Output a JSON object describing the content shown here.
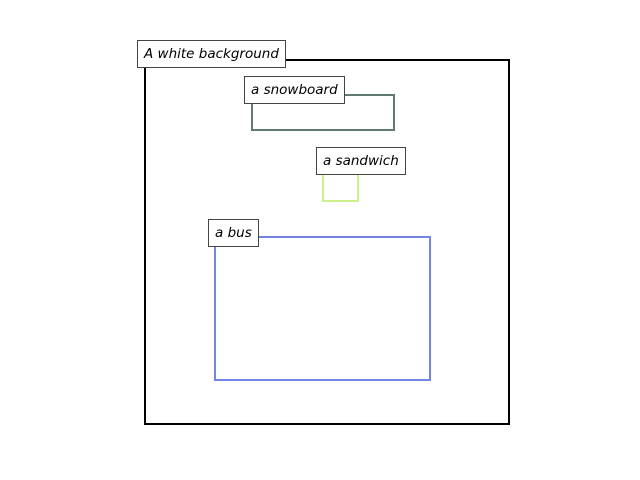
{
  "background_label": "A white background",
  "boxes": [
    {
      "label": "a snowboard",
      "color": "#5f7b73"
    },
    {
      "label": "a sandwich",
      "color": "#ccf08c"
    },
    {
      "label": "a bus",
      "color": "#7585e6"
    }
  ]
}
